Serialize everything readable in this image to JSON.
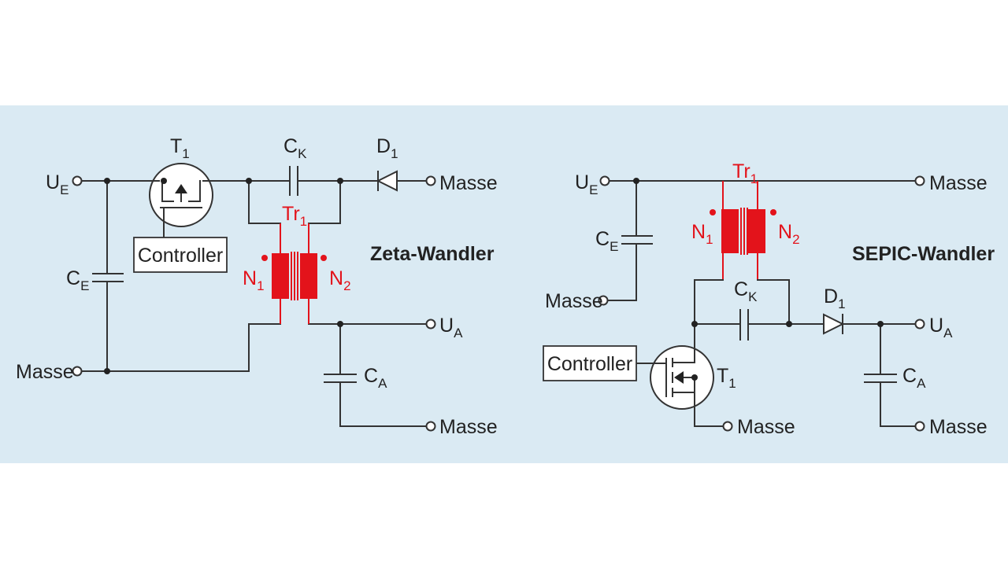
{
  "zeta": {
    "title": "Zeta-Wandler",
    "ue": "U",
    "ue_sub": "E",
    "masse_in": "Masse",
    "t1": "T",
    "t1_sub": "1",
    "controller": "Controller",
    "ck": "C",
    "ck_sub": "K",
    "d1": "D",
    "d1_sub": "1",
    "masse_top": "Masse",
    "tr": "Tr",
    "tr_sub": "1",
    "n1": "N",
    "n1_sub": "1",
    "n2": "N",
    "n2_sub": "2",
    "ce": "C",
    "ce_sub": "E",
    "ua": "U",
    "ua_sub": "A",
    "ca": "C",
    "ca_sub": "A",
    "masse_out": "Masse"
  },
  "sepic": {
    "title": "SEPIC-Wandler",
    "ue": "U",
    "ue_sub": "E",
    "masse_top": "Masse",
    "tr": "Tr",
    "tr_sub": "1",
    "n1": "N",
    "n1_sub": "1",
    "n2": "N",
    "n2_sub": "2",
    "ce": "C",
    "ce_sub": "E",
    "masse_in": "Masse",
    "ck": "C",
    "ck_sub": "K",
    "d1": "D",
    "d1_sub": "1",
    "ua": "U",
    "ua_sub": "A",
    "controller": "Controller",
    "t1": "T",
    "t1_sub": "1",
    "masse_t1": "Masse",
    "ca": "C",
    "ca_sub": "A",
    "masse_out": "Masse"
  },
  "colors": {
    "background": "#daeaf3",
    "wire": "#333333",
    "transformer": "#e3131b"
  }
}
